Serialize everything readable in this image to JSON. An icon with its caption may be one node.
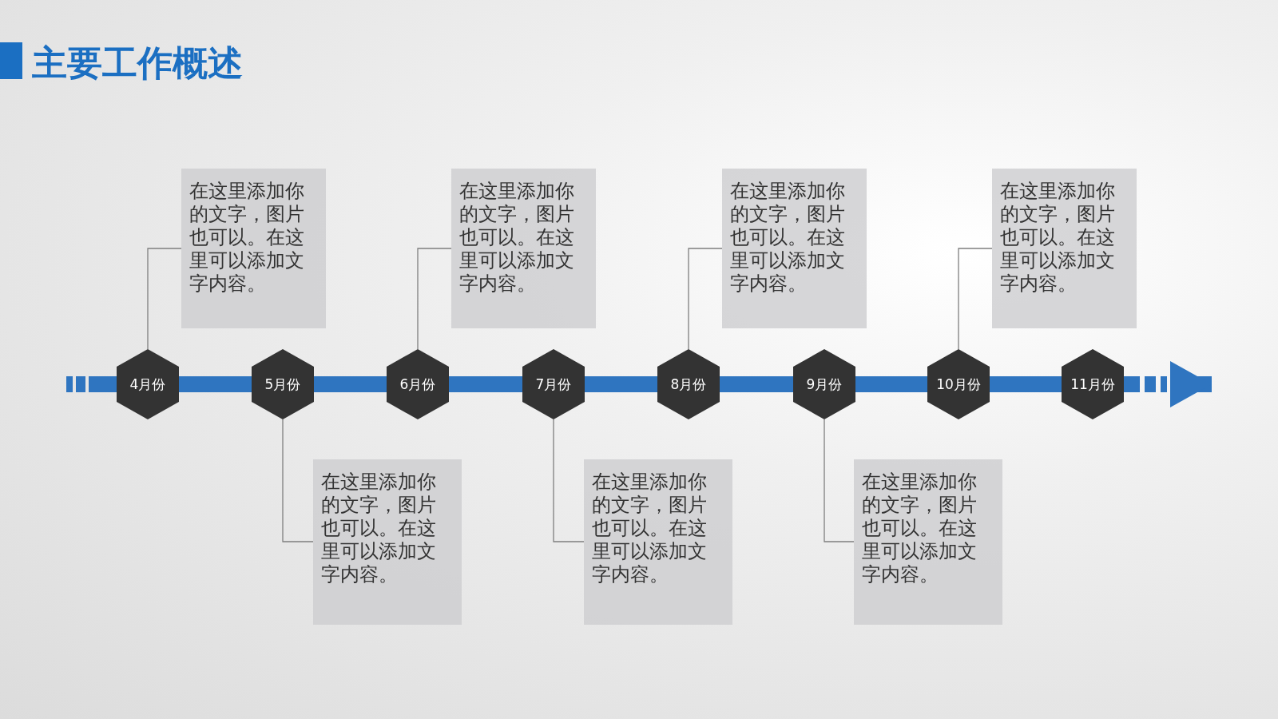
{
  "diagram": {
    "title": "主要工作概述",
    "nodes": [
      {
        "text": [
          "在这里添加你的文字，图片也可以。在这里可以添加文字内容。"
        ]
      },
      {
        "text": [
          "在这里添加你的文字，图片也可以。在这里可以添加文字内容。"
        ]
      },
      {
        "text": [
          "在这里添加你的文字，图片也可以。在这里可以添加文字内容。"
        ]
      },
      {
        "text": [
          "在这里添加你的文字，图片也可以。在这里可以添加文字内容。"
        ]
      },
      {
        "text": [
          "4月份"
        ]
      },
      {
        "text": [
          "5月份"
        ]
      },
      {
        "text": [
          "6月份"
        ]
      },
      {
        "text": [
          "7月份"
        ]
      },
      {
        "text": [
          "8月份"
        ]
      },
      {
        "text": [
          "9月份"
        ]
      },
      {
        "text": [
          "10月份"
        ]
      },
      {
        "text": [
          "11月份"
        ]
      },
      {
        "text": [
          "在这里添加你的文字，图片也可以。在这里可以添加文字内容。"
        ]
      },
      {
        "text": [
          "在这里添加你的文字，图片也可以。在这里可以添加文字内容。"
        ]
      },
      {
        "text": [
          "在这里添加你的文字，图片也可以。在这里可以添加文字内容。"
        ]
      }
    ],
    "edges": [
      {
        "from": null,
        "to": 4,
        "arrow": "none",
        "style": "dashed"
      },
      {
        "from": 4,
        "to": 5,
        "arrow": "none"
      },
      {
        "from": 5,
        "to": 6,
        "arrow": "none"
      },
      {
        "from": 6,
        "to": 7,
        "arrow": "none"
      },
      {
        "from": 7,
        "to": 8,
        "arrow": "none"
      },
      {
        "from": 8,
        "to": 9,
        "arrow": "none"
      },
      {
        "from": 9,
        "to": 10,
        "arrow": "none"
      },
      {
        "from": 10,
        "to": 11,
        "arrow": "none"
      },
      {
        "from": 11,
        "to": null,
        "arrow": "to",
        "style": "dashed"
      },
      {
        "from": 4,
        "to": 0,
        "arrow": "none",
        "color": "#7f7f7f"
      },
      {
        "from": 5,
        "to": 12,
        "arrow": "none",
        "color": "#7f7f7f"
      },
      {
        "from": 6,
        "to": 1,
        "arrow": "none",
        "color": "#7f7f7f"
      },
      {
        "from": 7,
        "to": 13,
        "arrow": "none",
        "color": "#7f7f7f"
      },
      {
        "from": 8,
        "to": 2,
        "arrow": "none",
        "color": "#7f7f7f"
      },
      {
        "from": 9,
        "to": 14,
        "arrow": "none",
        "color": "#7f7f7f"
      },
      {
        "from": 10,
        "to": 3,
        "arrow": "none",
        "color": "#7f7f7f"
      }
    ]
  }
}
